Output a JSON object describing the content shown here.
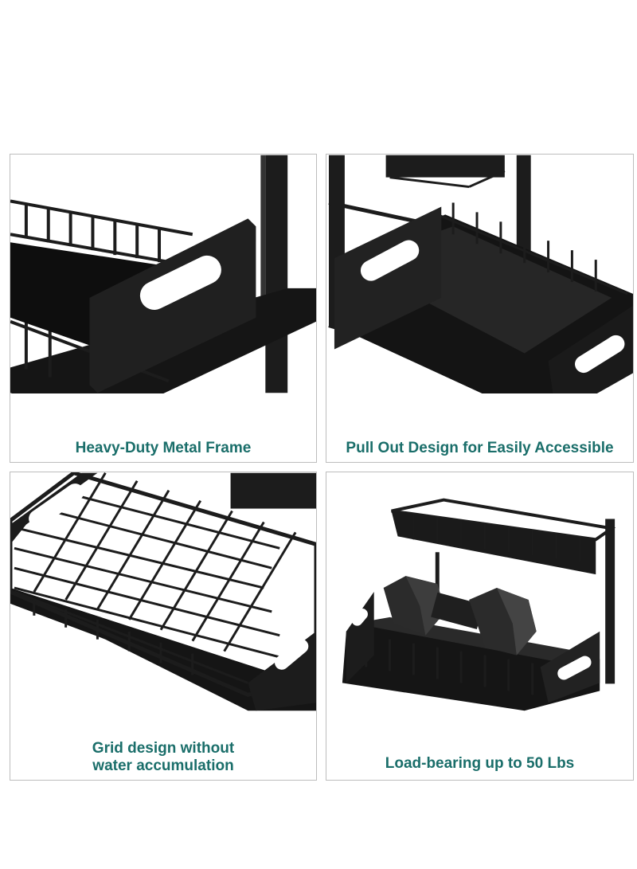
{
  "panels": [
    {
      "caption": "Heavy-Duty Metal Frame",
      "illustration": "rack-side-icon"
    },
    {
      "caption": "Pull Out Design for Easily Accessible",
      "illustration": "rack-pullout-icon"
    },
    {
      "caption_lines": [
        "Grid design without",
        "water accumulation"
      ],
      "illustration": "rack-grid-icon"
    },
    {
      "caption": "Load-bearing up to 50 Lbs",
      "illustration": "rack-dumbbell-icon"
    }
  ],
  "colors": {
    "caption": "#1a6e6a",
    "metal": "#1c1c1c",
    "border": "#bdbdbd"
  }
}
